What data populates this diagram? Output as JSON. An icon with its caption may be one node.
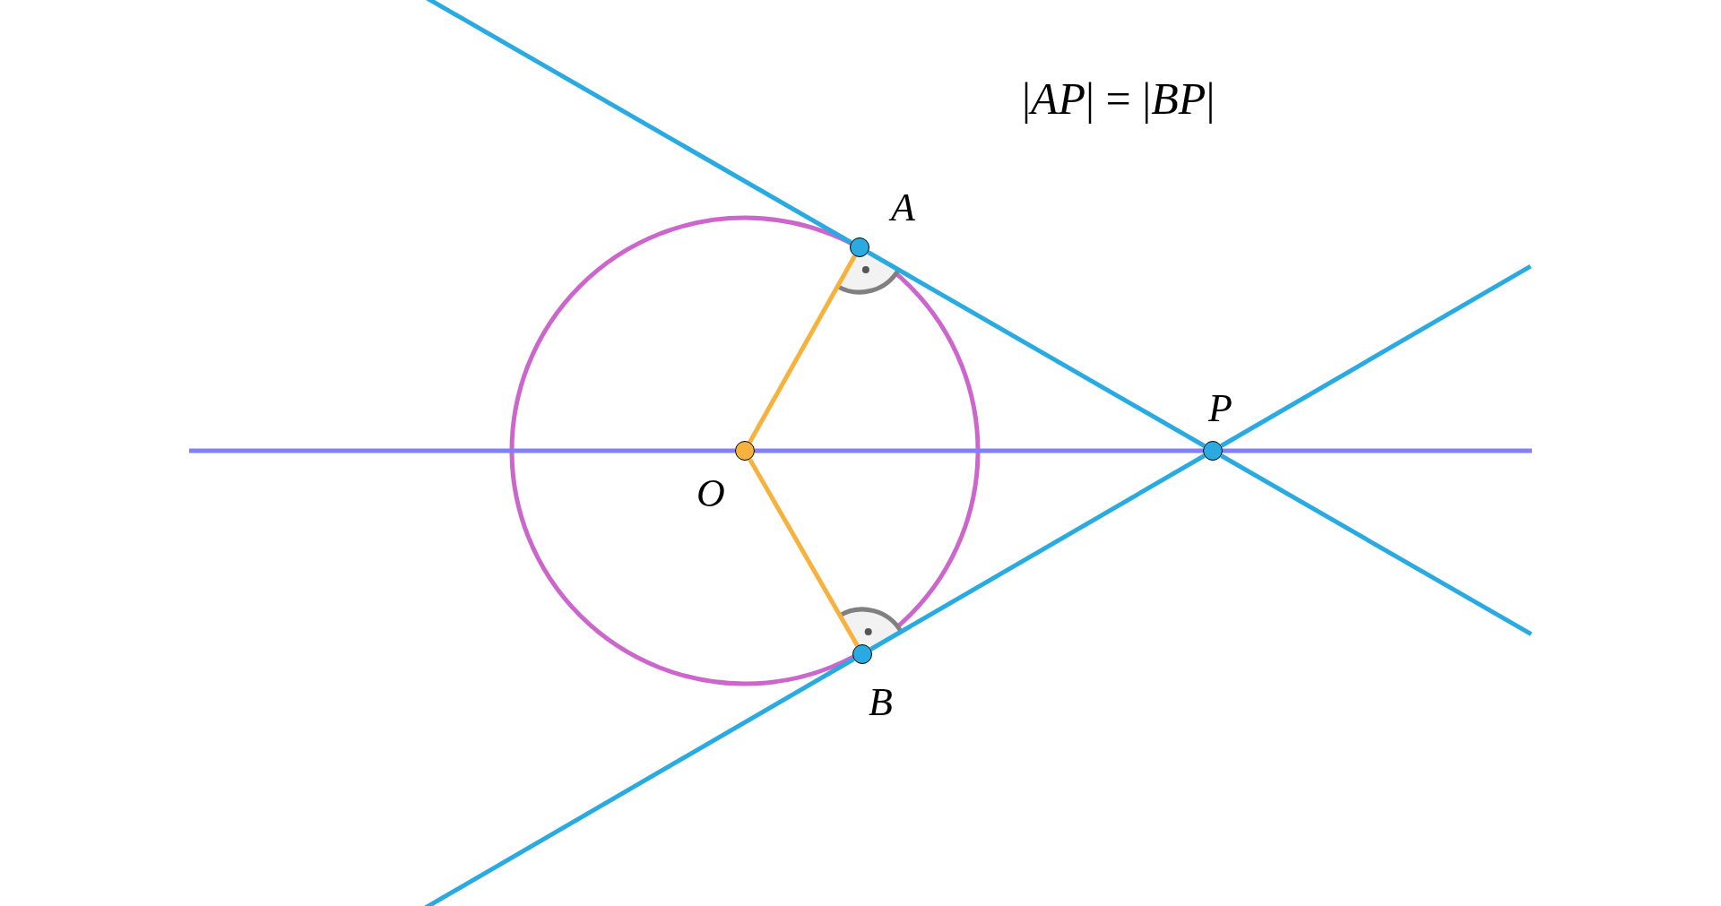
{
  "diagram": {
    "nodes": [
      {
        "text": [
          "*A*"
        ]
      },
      {
        "text": [
          "*O*"
        ]
      },
      {
        "text": [
          "*P*"
        ]
      },
      {
        "text": [
          "*B*"
        ]
      }
    ],
    "edges": [
      {
        "from": 1,
        "to": 0,
        "arrow": "none",
        "color": "#f7b13d"
      },
      {
        "from": 1,
        "to": 3,
        "arrow": "none",
        "color": "#f7b13d"
      },
      {
        "from": 0,
        "to": 2,
        "arrow": "none",
        "color": "#29abe2"
      },
      {
        "from": 3,
        "to": 2,
        "arrow": "none",
        "color": "#29abe2"
      },
      {
        "from": 1,
        "to": 2,
        "arrow": "none",
        "color": "#8080f8"
      }
    ],
    "labels": [
      "|*AP*| = |*BP*|"
    ]
  }
}
